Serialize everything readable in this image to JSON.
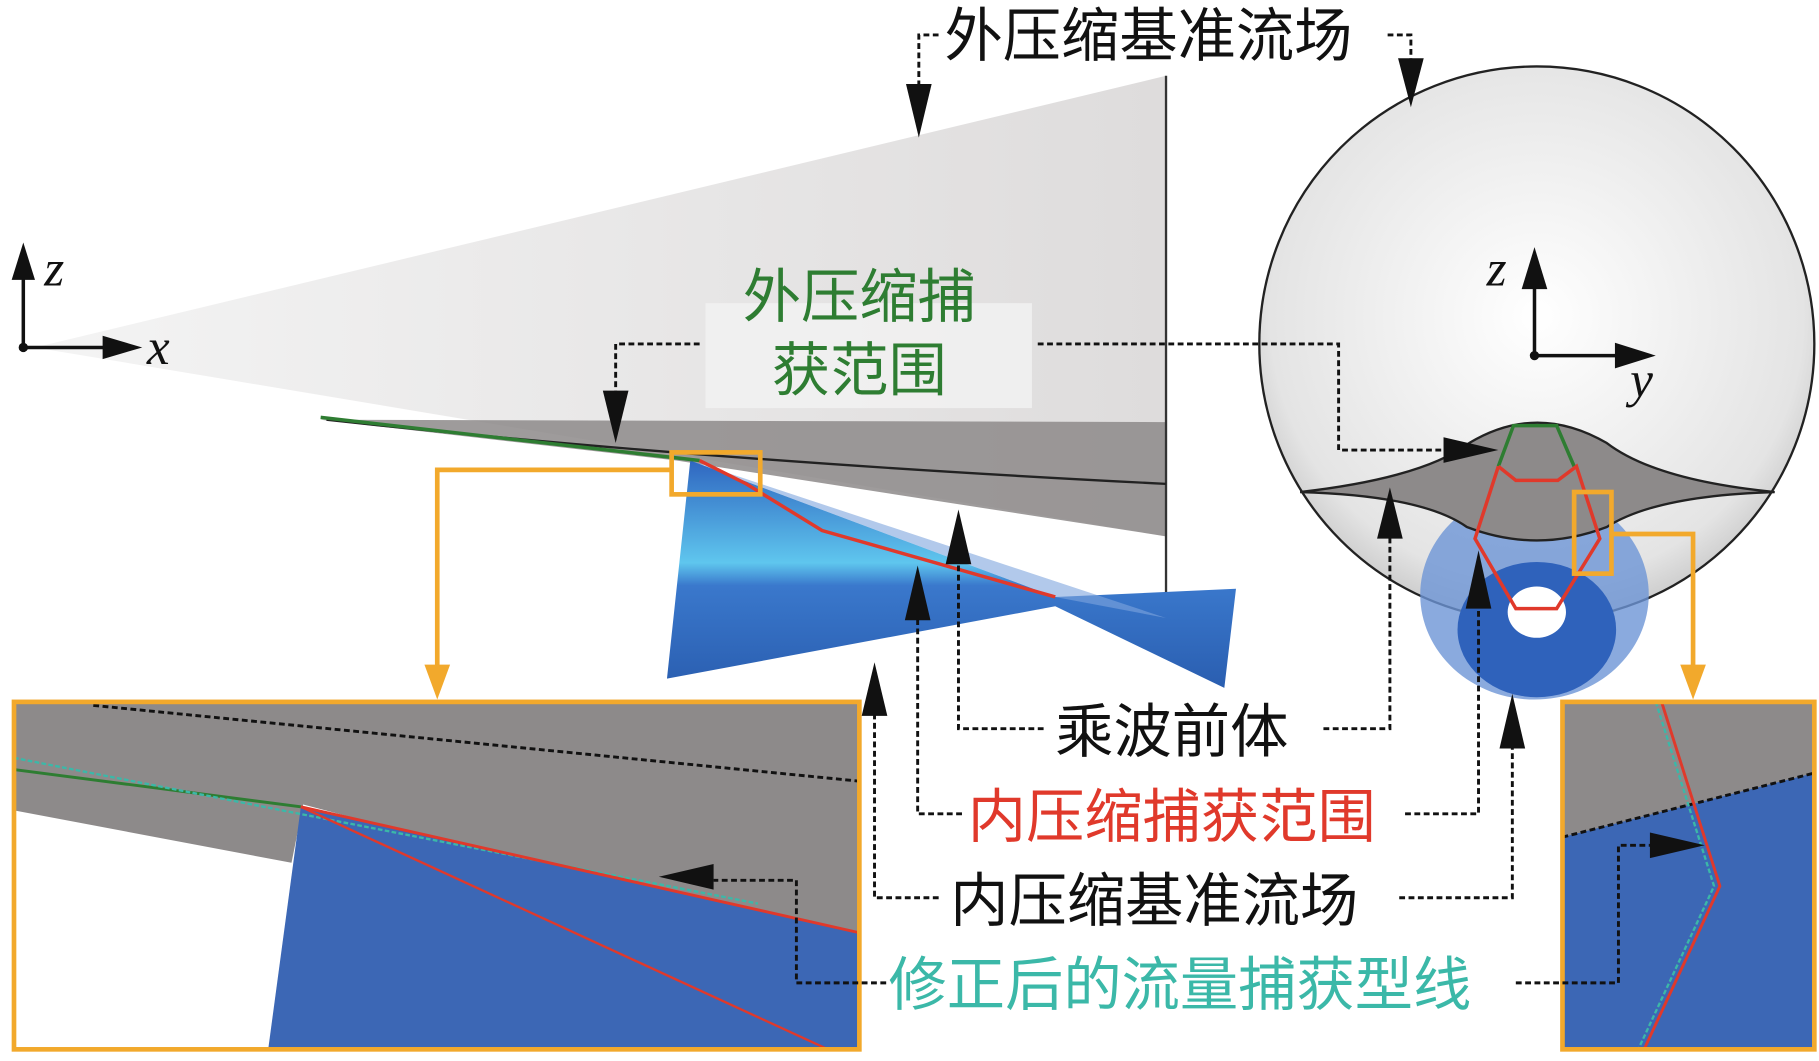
{
  "labels": {
    "outer_reference_flowfield": "外压缩基准流场",
    "outer_capture_range_line1": "外压缩捕",
    "outer_capture_range_line2": "获范围",
    "waverider_forebody": "乘波前体",
    "inner_capture_range": "内压缩捕获范围",
    "inner_reference_flowfield": "内压缩基准流场",
    "corrected_capture_profile": "修正后的流量捕获型线"
  },
  "axes": {
    "side_view": {
      "vertical": "z",
      "horizontal": "x"
    },
    "front_view": {
      "vertical": "z",
      "horizontal": "y"
    }
  },
  "colors": {
    "outer_capture": "#2e7d32",
    "inner_capture": "#e0392b",
    "corrected_profile": "#3bb8a8",
    "zoom_frame": "#f2a92c",
    "inlet_blue": "#3a6fc4",
    "forebody_gray": "#8a8686"
  }
}
